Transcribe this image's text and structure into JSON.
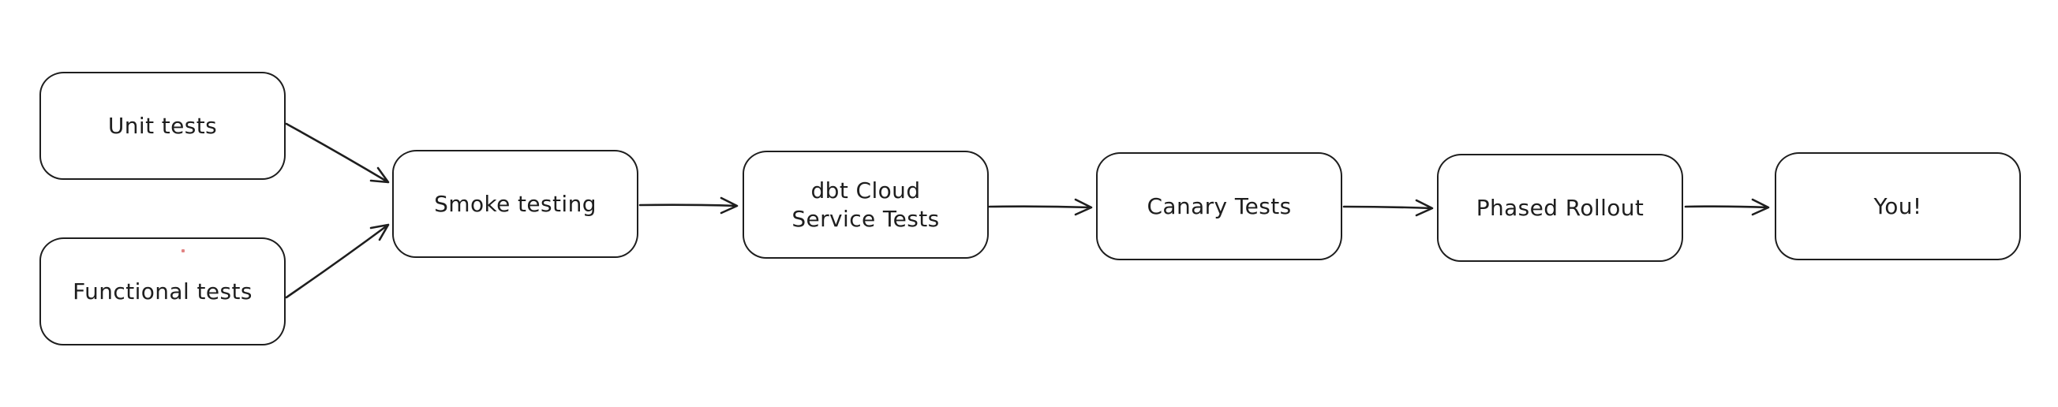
{
  "diagram": {
    "type": "flowchart",
    "background": "#ffffff",
    "stroke_color": "#1e1e1e",
    "nodes": [
      {
        "id": "unit-tests",
        "label": "Unit tests"
      },
      {
        "id": "functional-tests",
        "label": "Functional tests"
      },
      {
        "id": "smoke-testing",
        "label": "Smoke testing"
      },
      {
        "id": "dbt-cloud-service-tests",
        "lines": [
          "dbt Cloud",
          "Service Tests"
        ]
      },
      {
        "id": "canary-tests",
        "label": "Canary Tests"
      },
      {
        "id": "phased-rollout",
        "label": "Phased Rollout"
      },
      {
        "id": "you",
        "label": "You!"
      }
    ],
    "edges": [
      {
        "from": "unit-tests",
        "to": "smoke-testing"
      },
      {
        "from": "functional-tests",
        "to": "smoke-testing"
      },
      {
        "from": "smoke-testing",
        "to": "dbt-cloud-service-tests"
      },
      {
        "from": "dbt-cloud-service-tests",
        "to": "canary-tests"
      },
      {
        "from": "canary-tests",
        "to": "phased-rollout"
      },
      {
        "from": "phased-rollout",
        "to": "you"
      }
    ],
    "artifact_dot": {
      "color": "#dd6f6f"
    }
  }
}
